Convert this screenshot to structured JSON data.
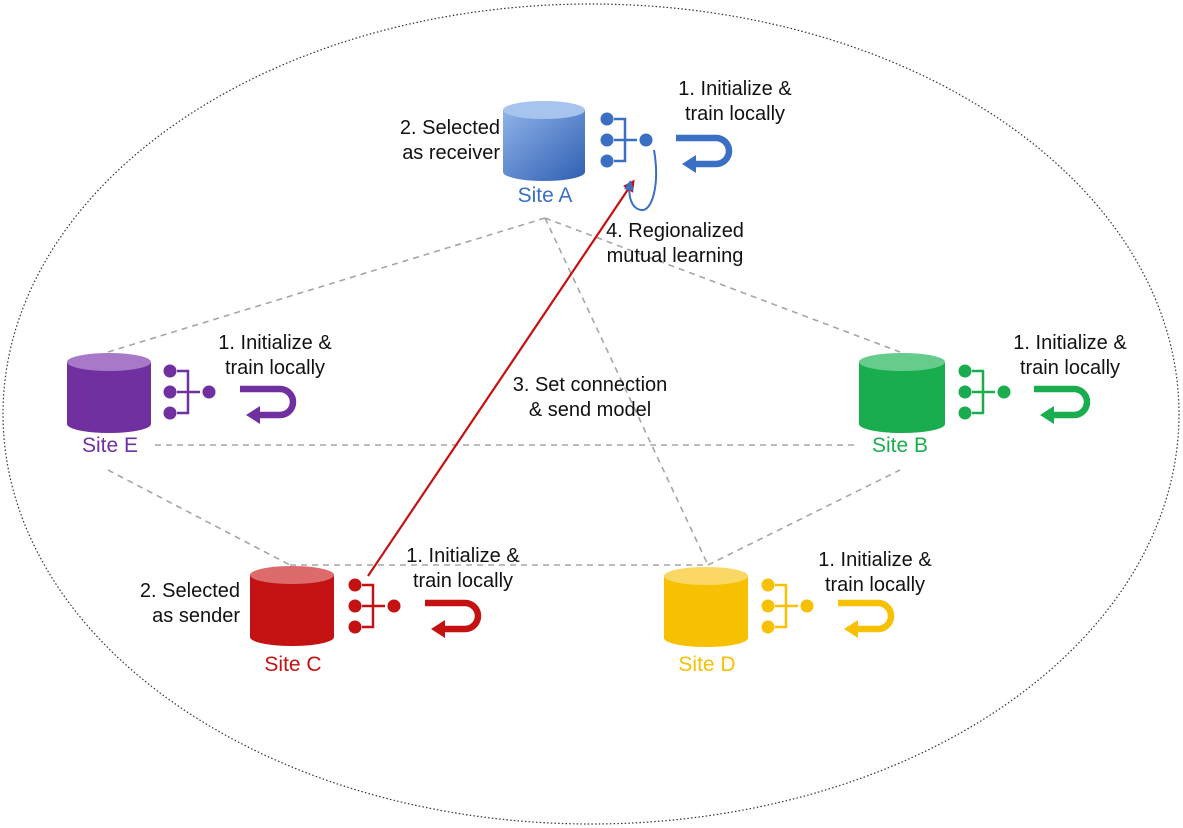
{
  "colors": {
    "site_a": "#3b6fc4",
    "site_b": "#1aad4f",
    "site_c": "#c41212",
    "site_d": "#f7c000",
    "site_e": "#7030a0",
    "connection_arrow": "#c41212",
    "dashed_link": "#a6a6a6",
    "boundary": "#333333"
  },
  "sites": {
    "a": {
      "name": "Site A",
      "step_init": [
        "1. Initialize &",
        "train locally"
      ],
      "step_role": [
        "2. Selected",
        "as receiver"
      ],
      "icon": "database-icon"
    },
    "b": {
      "name": "Site B",
      "step_init": [
        "1. Initialize &",
        "train locally"
      ],
      "icon": "database-icon"
    },
    "c": {
      "name": "Site C",
      "step_init": [
        "1. Initialize &",
        "train locally"
      ],
      "step_role": [
        "2. Selected",
        "as sender"
      ],
      "icon": "database-icon"
    },
    "d": {
      "name": "Site D",
      "step_init": [
        "1. Initialize &",
        "train locally"
      ],
      "icon": "database-icon"
    },
    "e": {
      "name": "Site E",
      "step_init": [
        "1. Initialize &",
        "train locally"
      ],
      "icon": "database-icon"
    }
  },
  "steps": {
    "connection": [
      "3. Set connection",
      "& send model"
    ],
    "mutual": [
      "4. Regionalized",
      "mutual learning"
    ]
  }
}
